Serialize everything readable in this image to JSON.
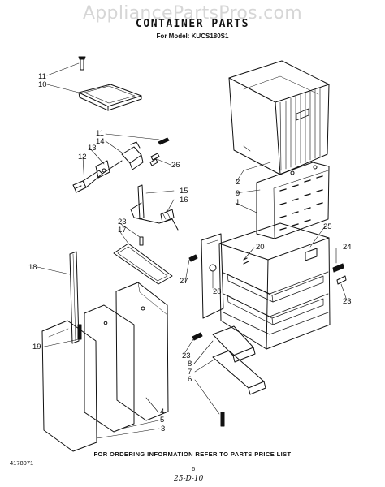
{
  "watermark": "AppliancePartsPros.com",
  "title": "CONTAINER PARTS",
  "model_line": "For Model: KUCS180S1",
  "footer": {
    "ordering_note": "FOR ORDERING INFORMATION REFER TO PARTS PRICE LIST",
    "part_number": "4178071",
    "page_number": "6",
    "handwritten_note": "25-D-10"
  },
  "callouts": [
    "11",
    "10",
    "11",
    "14",
    "13",
    "12",
    "26",
    "15",
    "16",
    "2",
    "9",
    "1",
    "23",
    "17",
    "25",
    "24",
    "20",
    "18",
    "27",
    "28",
    "23",
    "19",
    "23",
    "8",
    "7",
    "6",
    "4",
    "5",
    "3"
  ]
}
